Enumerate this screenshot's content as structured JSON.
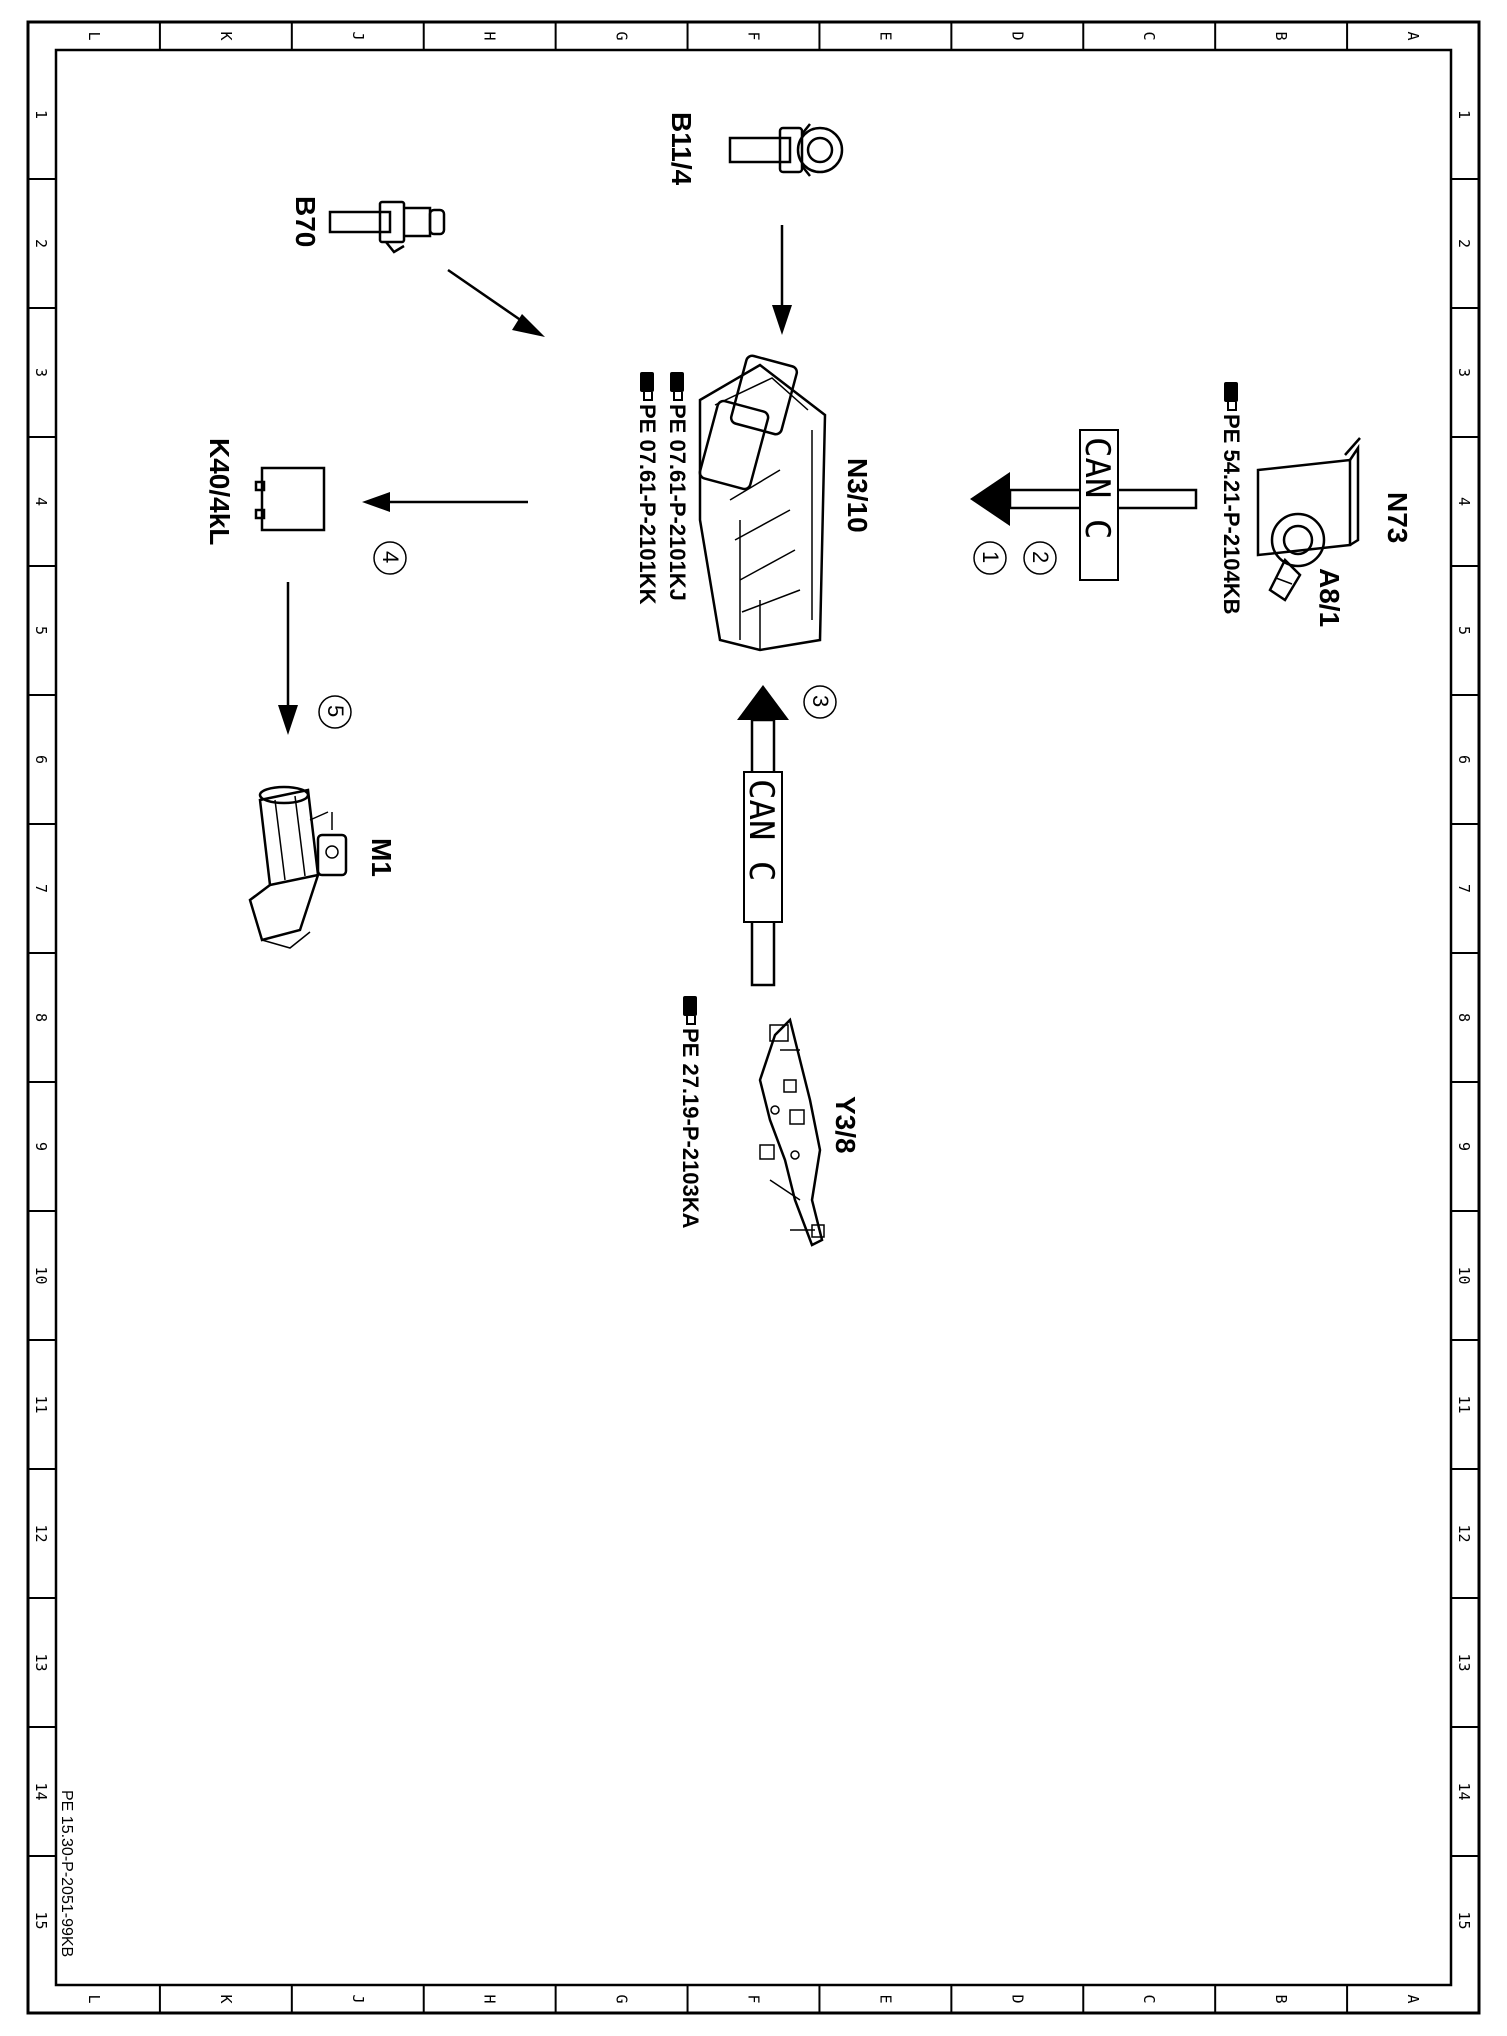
{
  "frame": {
    "letters": [
      "L",
      "K",
      "J",
      "H",
      "G",
      "F",
      "E",
      "D",
      "C",
      "B",
      "A"
    ],
    "numbers": [
      "1",
      "2",
      "3",
      "4",
      "5",
      "6",
      "7",
      "8",
      "9",
      "10",
      "11",
      "12",
      "13",
      "14",
      "15"
    ],
    "doc_id": "PE 15.30-P-2051-99KB"
  },
  "components": {
    "b11_4": "B11/4",
    "b70": "B70",
    "n3_10": "N3/10",
    "n73": "N73",
    "a8_1": "A8/1",
    "k40_4kl": "K40/4kL",
    "m1": "M1",
    "y3_8": "Y3/8"
  },
  "references": {
    "n3_10_a": "PE 07.61-P-2101KJ",
    "n3_10_b": "PE 07.61-P-2101KK",
    "n73": "PE 54.21-P-2104KB",
    "y3_8": "PE 27.19-P-2103KA"
  },
  "bus": {
    "top": "CAN C",
    "bottom": "CAN C"
  },
  "steps": [
    "1",
    "2",
    "3",
    "4",
    "5"
  ],
  "icons": {
    "reference": "pointing-hand-icon",
    "sensor": "sensor-icon",
    "control_unit": "control-unit-icon",
    "relay": "relay-icon",
    "starter": "starter-motor-icon",
    "valve_body": "valve-body-icon",
    "ignition": "ignition-switch-icon"
  }
}
